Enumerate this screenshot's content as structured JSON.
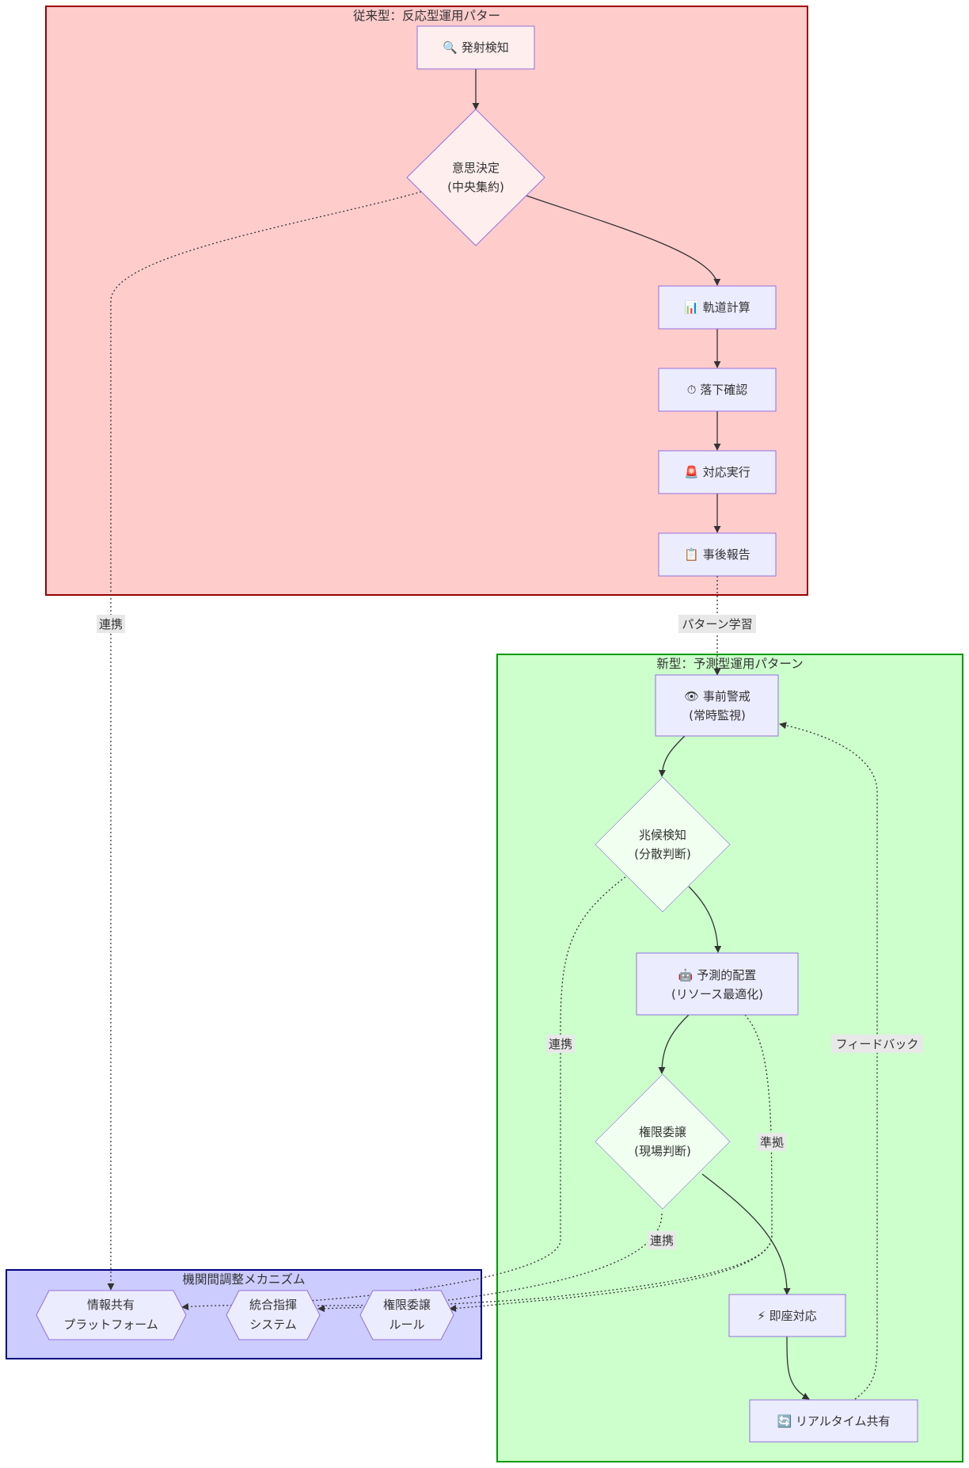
{
  "colors": {
    "old_bg": "#ffcccc",
    "old_border": "#990000",
    "new_bg": "#ccffcc",
    "new_border": "#009900",
    "coord_bg": "#ccccff",
    "coord_border": "#000080",
    "node_fill": "#ececff",
    "node_border": "#9370db",
    "old_decision_fill": "#ffeeee",
    "new_decision_fill": "#f0fff0",
    "edge": "#333333",
    "edge_label_bg": "#e8e8e8"
  },
  "groups": {
    "old": {
      "title": "従来型：反応型運用パター"
    },
    "new": {
      "title": "新型：予測型運用パターン"
    },
    "coord": {
      "title": "機関間調整メカニズム"
    }
  },
  "nodes": {
    "launch_detect": {
      "icon": "magnifier-icon",
      "glyph": "🔍",
      "line1": "発射検知"
    },
    "decision": {
      "line1": "意思決定",
      "line2": "(中央集約)"
    },
    "orbit_calc": {
      "icon": "bar-chart-icon",
      "glyph": "📊",
      "line1": "軌道計算"
    },
    "impact_confirm": {
      "icon": "stopwatch-icon",
      "glyph": "⏱",
      "line1": "落下確認"
    },
    "response_exec": {
      "icon": "siren-icon",
      "glyph": "🚨",
      "line1": "対応実行"
    },
    "post_report": {
      "icon": "clipboard-icon",
      "glyph": "📋",
      "line1": "事後報告"
    },
    "pre_alert": {
      "icon": "eye-icon",
      "glyph": "👁",
      "line1": "事前警戒",
      "line2": "(常時監視)"
    },
    "sign_detect": {
      "line1": "兆候検知",
      "line2": "(分散判断)"
    },
    "predictive_deploy": {
      "icon": "robot-icon",
      "glyph": "🤖",
      "line1": "予測的配置",
      "line2": "(リソース最適化)"
    },
    "delegation": {
      "line1": "権限委譲",
      "line2": "(現場判断)"
    },
    "immediate": {
      "icon": "lightning-icon",
      "glyph": "⚡",
      "line1": "即座対応"
    },
    "realtime_share": {
      "icon": "sync-arrows-icon",
      "glyph": "🔄",
      "line1": "リアルタイム共有"
    },
    "info_platform": {
      "line1": "情報共有",
      "line2": "プラットフォーム"
    },
    "unified_command": {
      "line1": "統合指揮",
      "line2": "システム"
    },
    "delegation_rules": {
      "line1": "権限委譲",
      "line2": "ルール"
    }
  },
  "edge_labels": {
    "pattern_learning": "パターン学習",
    "link_old": "連携",
    "link_sign": "連携",
    "link_delegation": "連携",
    "comply": "準拠",
    "feedback": "フィードバック"
  }
}
